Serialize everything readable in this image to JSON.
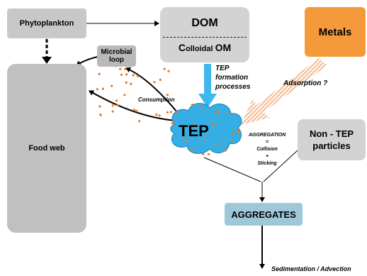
{
  "nodes": {
    "phytoplankton": "Phytoplankton",
    "dom_title": "DOM",
    "dom_colloidal_initial": "C",
    "dom_colloidal_rest": "olloidal",
    "dom_om": "OM",
    "metals": "Metals",
    "microbial_loop": "Microbial loop",
    "food_web": "Food web",
    "tep": "TEP",
    "non_tep_particles": "Non - TEP particles",
    "aggregates": "AGGREGATES"
  },
  "labels": {
    "tep_formation": "TEP formation processes",
    "adsorption": "Adsorption ?",
    "consumption": "Consumption",
    "aggregation": "AGGREGATION",
    "equals": "=",
    "collision": "Collision",
    "plus": "+",
    "sticking": "Sticking",
    "sedimentation": "Sedimentation / Advection"
  },
  "colors": {
    "metals": "#f59a3a",
    "tep_cloud": "#35aee6",
    "tep_arrow": "#3fb8ee",
    "dots": "#e07a2a",
    "aggregates": "#9ec7d7",
    "adsorption_arrow": "#f5b891"
  }
}
